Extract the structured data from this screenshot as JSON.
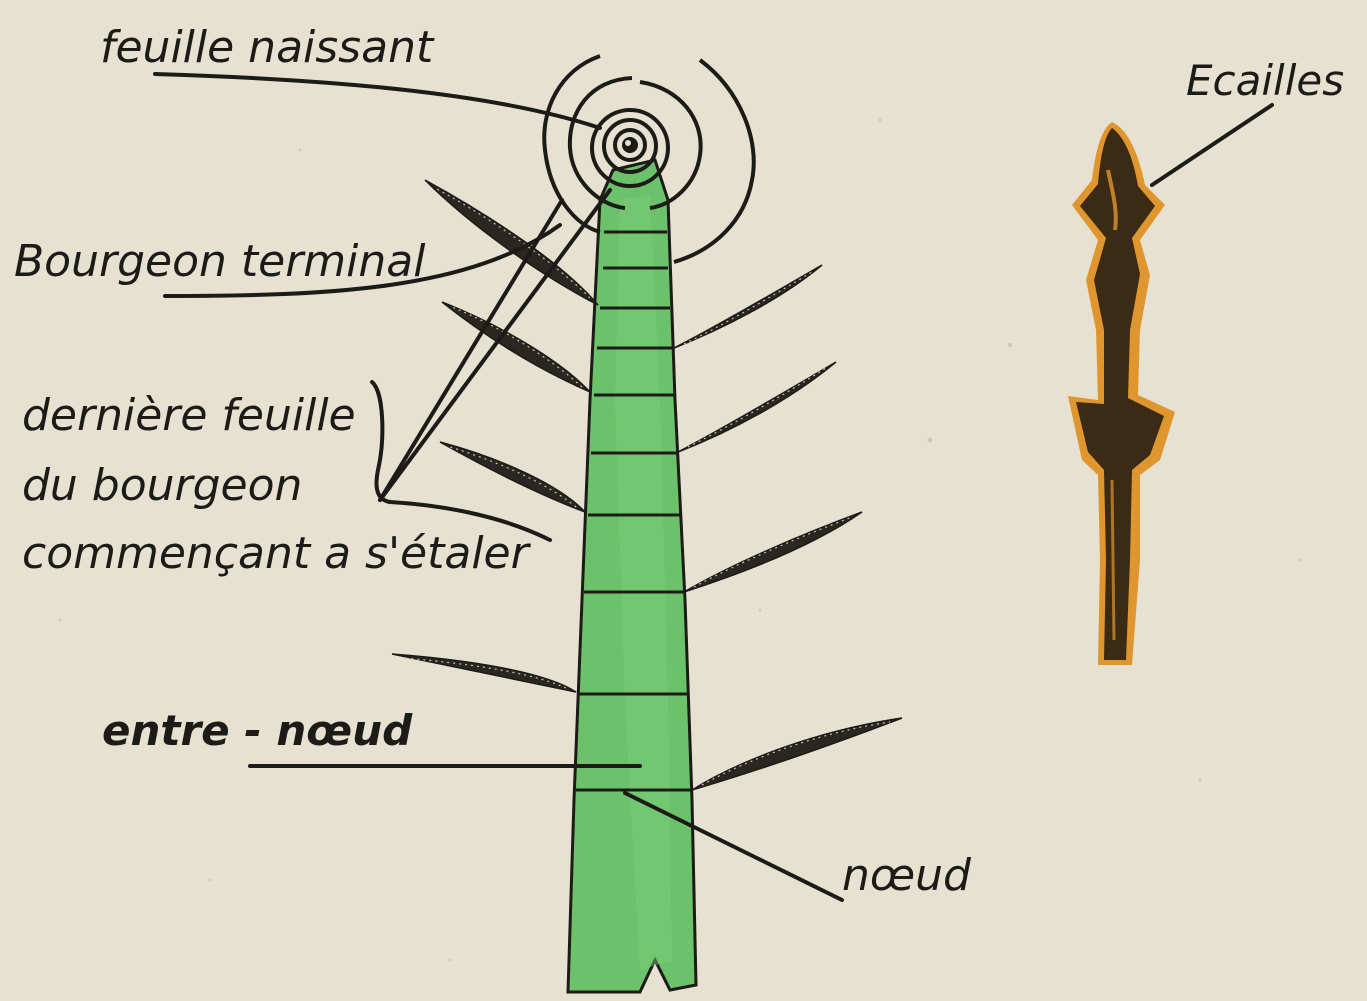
{
  "labels": {
    "feuille_naissant": "feuille naissant",
    "bourgeon_terminal": "Bourgeon terminal",
    "derniere_line1": "dernière feuille",
    "derniere_line2": "du bourgeon",
    "derniere_line3": "commençant a s'étaler",
    "entre_noeud": "entre - nœud",
    "noeud": "nœud",
    "ecailles": "Ecailles"
  },
  "colors": {
    "background": "#e6e1d1",
    "stem_green": "#6cc26a",
    "ink": "#1d1b17",
    "twig_brown": "#3b2a14",
    "twig_orange": "#e0962e"
  }
}
